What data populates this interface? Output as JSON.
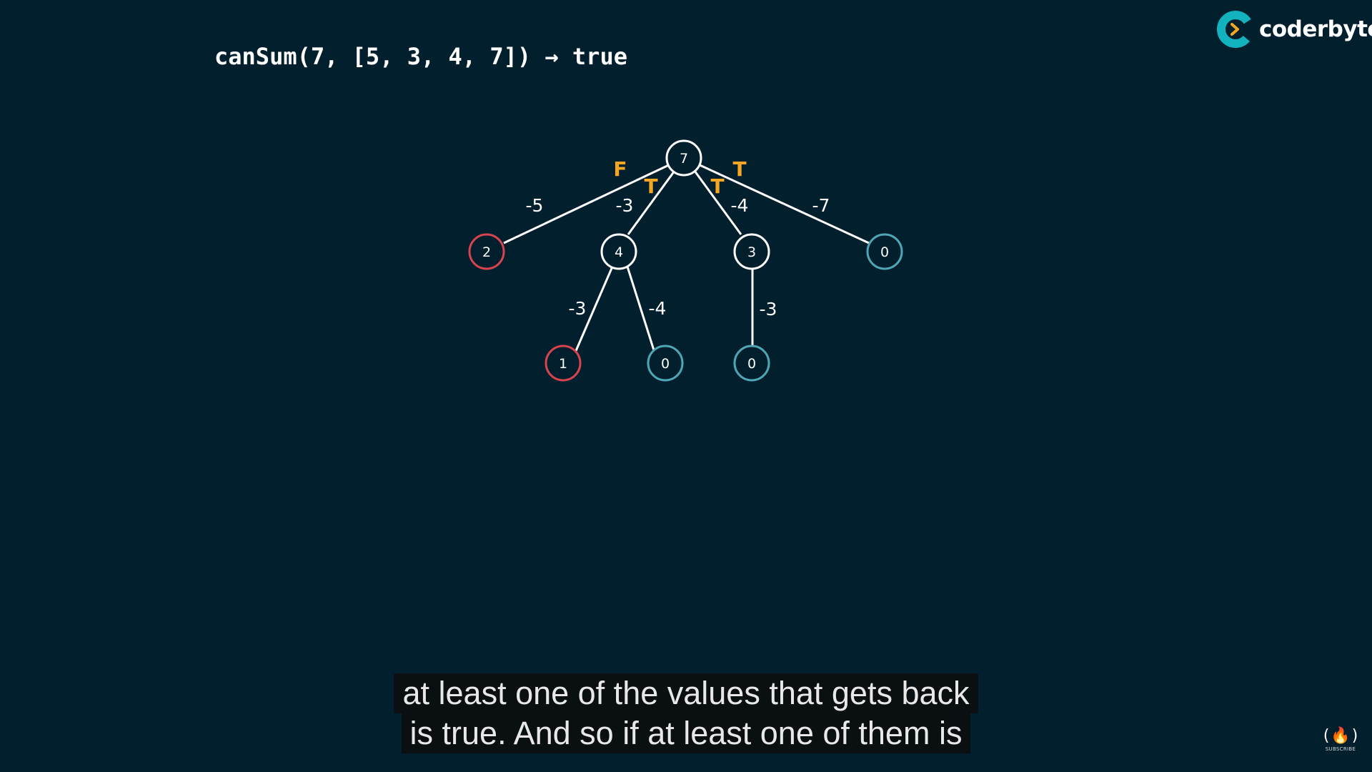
{
  "header": {
    "code": "canSum(7, [5, 3, 4, 7]) → true"
  },
  "brand": {
    "name": "coderbyte",
    "icon": "coderbyte-logo-icon",
    "accent": "#12b3be",
    "chevron_color": "#f5a623"
  },
  "tree": {
    "nodes": [
      {
        "id": "n7",
        "label": "7",
        "status": "neutral"
      },
      {
        "id": "n2",
        "label": "2",
        "status": "false"
      },
      {
        "id": "n4",
        "label": "4",
        "status": "neutral"
      },
      {
        "id": "n3",
        "label": "3",
        "status": "neutral"
      },
      {
        "id": "n0a",
        "label": "0",
        "status": "true"
      },
      {
        "id": "n1",
        "label": "1",
        "status": "false"
      },
      {
        "id": "n0b",
        "label": "0",
        "status": "true"
      },
      {
        "id": "n0c",
        "label": "0",
        "status": "true"
      }
    ],
    "edges": [
      {
        "from": "n7",
        "to": "n2",
        "label": "-5",
        "result": "F"
      },
      {
        "from": "n7",
        "to": "n4",
        "label": "-3",
        "result": "T"
      },
      {
        "from": "n7",
        "to": "n3",
        "label": "-4",
        "result": "T"
      },
      {
        "from": "n7",
        "to": "n0a",
        "label": "-7",
        "result": "T"
      },
      {
        "from": "n4",
        "to": "n1",
        "label": "-3",
        "result": ""
      },
      {
        "from": "n4",
        "to": "n0b",
        "label": "-4",
        "result": ""
      },
      {
        "from": "n3",
        "to": "n0c",
        "label": "-3",
        "result": ""
      }
    ],
    "colors": {
      "neutral": "#ffffff",
      "false": "#d8434f",
      "true": "#4fa7b5",
      "result_label": "#f5a623"
    }
  },
  "captions": {
    "line1": "at least one of the values that gets back",
    "line2": "is true. And so if at least one of them is"
  },
  "channel_badge": {
    "icon": "freecodecamp-flame-icon",
    "glyph": "(🔥)",
    "label": "SUBSCRIBE"
  }
}
